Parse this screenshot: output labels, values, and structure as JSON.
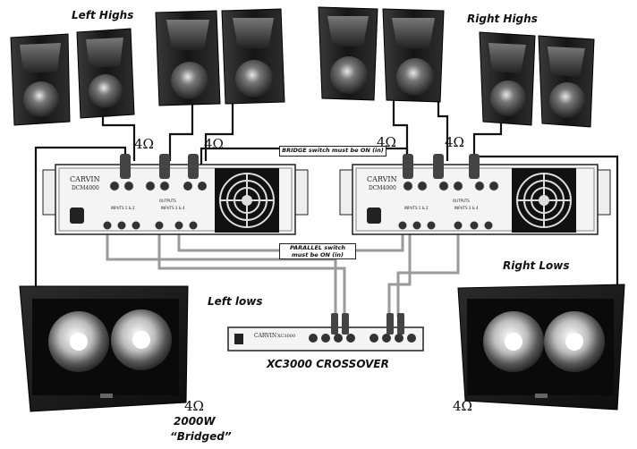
{
  "labels": {
    "left_highs": "Left Highs",
    "right_highs": "Right Highs",
    "left_lows": "Left lows",
    "right_lows": "Right Lows",
    "crossover": "XC3000 CROSSOVER",
    "power_line1": "2000W",
    "power_line2": "“Bridged”"
  },
  "impedance": "4Ω",
  "notes": {
    "bridge": "BRIDGE switch must be ON (in)",
    "parallel_line1": "PARALLEL switch",
    "parallel_line2": "must be ON (in)"
  },
  "amplifier": {
    "brand": "CARVIN",
    "model": "DCM4000",
    "outputs_label": "OUTPUTS",
    "inputs_a_label": "INPUTS 1 & 2",
    "inputs_b_label": "INPUTS 3 & 4"
  },
  "crossover_unit": {
    "brand": "CARVIN",
    "model": "XC3000"
  },
  "colors": {
    "cable_black": "#111111",
    "cable_gray": "#9a9a9a",
    "cabinet_dark": "#1e1e1e"
  }
}
